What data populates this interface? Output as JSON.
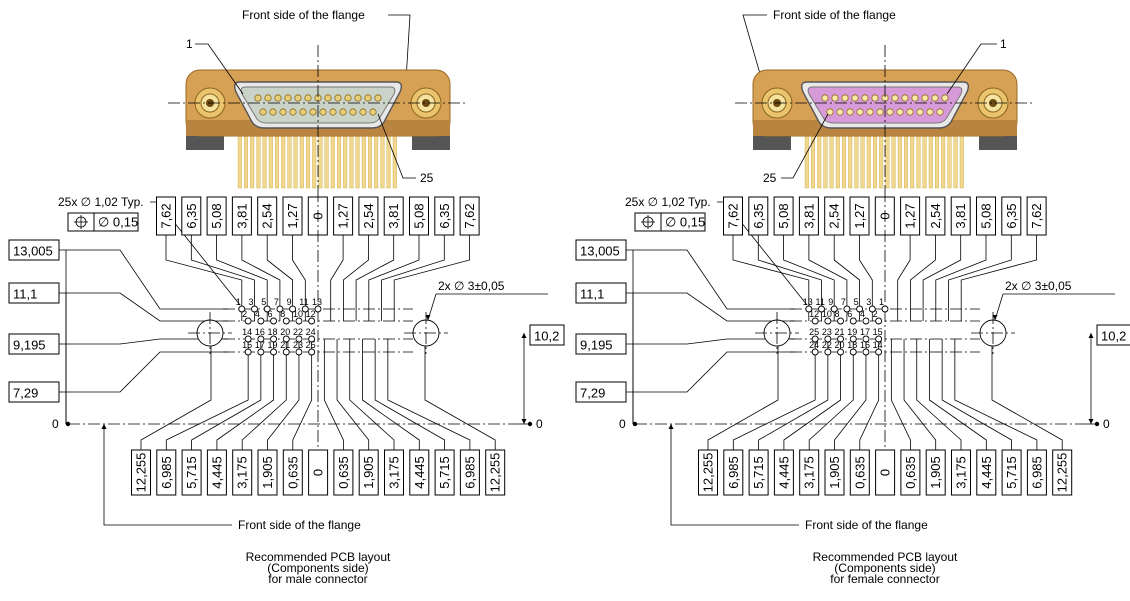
{
  "diagrams": [
    {
      "id": "male",
      "flange_label": "Front side of the flange",
      "callout_1": "1",
      "callout_25": "25",
      "hole_spec": "25x ∅ 1,02 Typ.",
      "position_tol": "∅ 0,15",
      "mount_hole_spec": "2x ∅ 3±0,05",
      "x_top": [
        "7,62",
        "6,35",
        "5,08",
        "3,81",
        "2,54",
        "1,27",
        "0",
        "1,27",
        "2,54",
        "3,81",
        "5,08",
        "6,35",
        "7,62"
      ],
      "x_bottom": [
        "12,255",
        "6,985",
        "5,715",
        "4,445",
        "3,175",
        "1,905",
        "0,635",
        "0",
        "0,635",
        "1,905",
        "3,175",
        "4,445",
        "5,715",
        "6,985",
        "12,255"
      ],
      "y_left": [
        "13,005",
        "11,1",
        "9,195",
        "7,29"
      ],
      "y_right": "10,2",
      "zero": "0",
      "row1_pins": [
        "1",
        "3",
        "5",
        "7",
        "9",
        "11",
        "13"
      ],
      "row2_pins": [
        "2",
        "4",
        "6",
        "8",
        "10",
        "12"
      ],
      "row3_pins": [
        "14",
        "16",
        "18",
        "20",
        "22",
        "24"
      ],
      "row4_pins": [
        "15",
        "17",
        "19",
        "21",
        "23",
        "25"
      ],
      "caption": [
        "Recommended PCB layout",
        "(Components side)",
        "for male connector"
      ],
      "colors": {
        "shell": "#d6a055",
        "insert": "#c9d3c8",
        "pins": "#f0d890"
      }
    },
    {
      "id": "female",
      "flange_label": "Front side of the flange",
      "callout_1": "1",
      "callout_25": "25",
      "hole_spec": "25x ∅ 1,02 Typ.",
      "position_tol": "∅ 0,15",
      "mount_hole_spec": "2x ∅ 3±0,05",
      "x_top": [
        "7,62",
        "6,35",
        "5,08",
        "3,81",
        "2,54",
        "1,27",
        "0",
        "1,27",
        "2,54",
        "3,81",
        "5,08",
        "6,35",
        "7,62"
      ],
      "x_bottom": [
        "12,255",
        "6,985",
        "5,715",
        "4,445",
        "3,175",
        "1,905",
        "0,635",
        "0",
        "0,635",
        "1,905",
        "3,175",
        "4,445",
        "5,715",
        "6,985",
        "12,255"
      ],
      "y_left": [
        "13,005",
        "11,1",
        "9,195",
        "7,29"
      ],
      "y_right": "10,2",
      "zero": "0",
      "row1_pins": [
        "13",
        "11",
        "9",
        "7",
        "5",
        "3",
        "1"
      ],
      "row2_pins": [
        "12",
        "10",
        "8",
        "6",
        "4",
        "2"
      ],
      "row3_pins": [
        "25",
        "23",
        "21",
        "19",
        "17",
        "15"
      ],
      "row4_pins": [
        "24",
        "22",
        "20",
        "18",
        "16",
        "14"
      ],
      "caption": [
        "Recommended PCB layout",
        "(Components side)",
        "for female connector"
      ],
      "colors": {
        "shell": "#d6a055",
        "insert": "#d79ad8",
        "pins": "#f0d890"
      }
    }
  ]
}
